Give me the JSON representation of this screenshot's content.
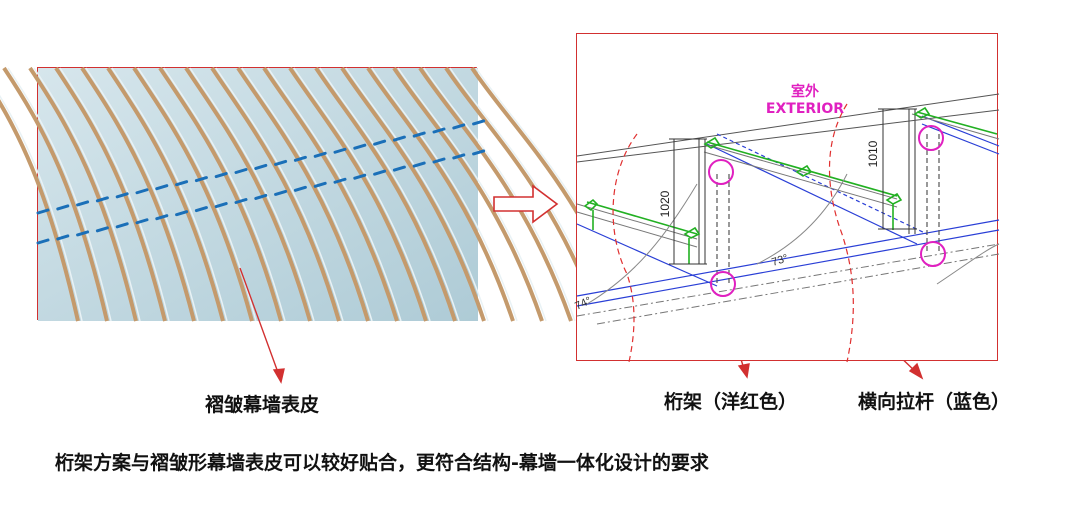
{
  "exterior": {
    "cn": "室外",
    "en": "EXTERIOR"
  },
  "dimensions": {
    "left": "1020",
    "right": "1010"
  },
  "angles": {
    "a1": "73°",
    "a2": "74°"
  },
  "labels": {
    "skin": "褶皱幕墙表皮",
    "truss": "桁架（洋红色）",
    "tie_rod": "横向拉杆（蓝色）"
  },
  "caption": "桁架方案与褶皱形幕墙表皮可以较好贴合，更符合结构-幕墙一体化设计的要求",
  "colors": {
    "frame": "#d23030",
    "arrow": "#d23030",
    "magenta": "#e020c0",
    "blue": "#2a3fd6",
    "green": "#22b022",
    "fin": "#c49a6c",
    "skin_bg": "#bfd6df",
    "dash_blue": "#1a6fb8"
  },
  "icons": {
    "transition": "hollow-right-arrow-icon"
  }
}
